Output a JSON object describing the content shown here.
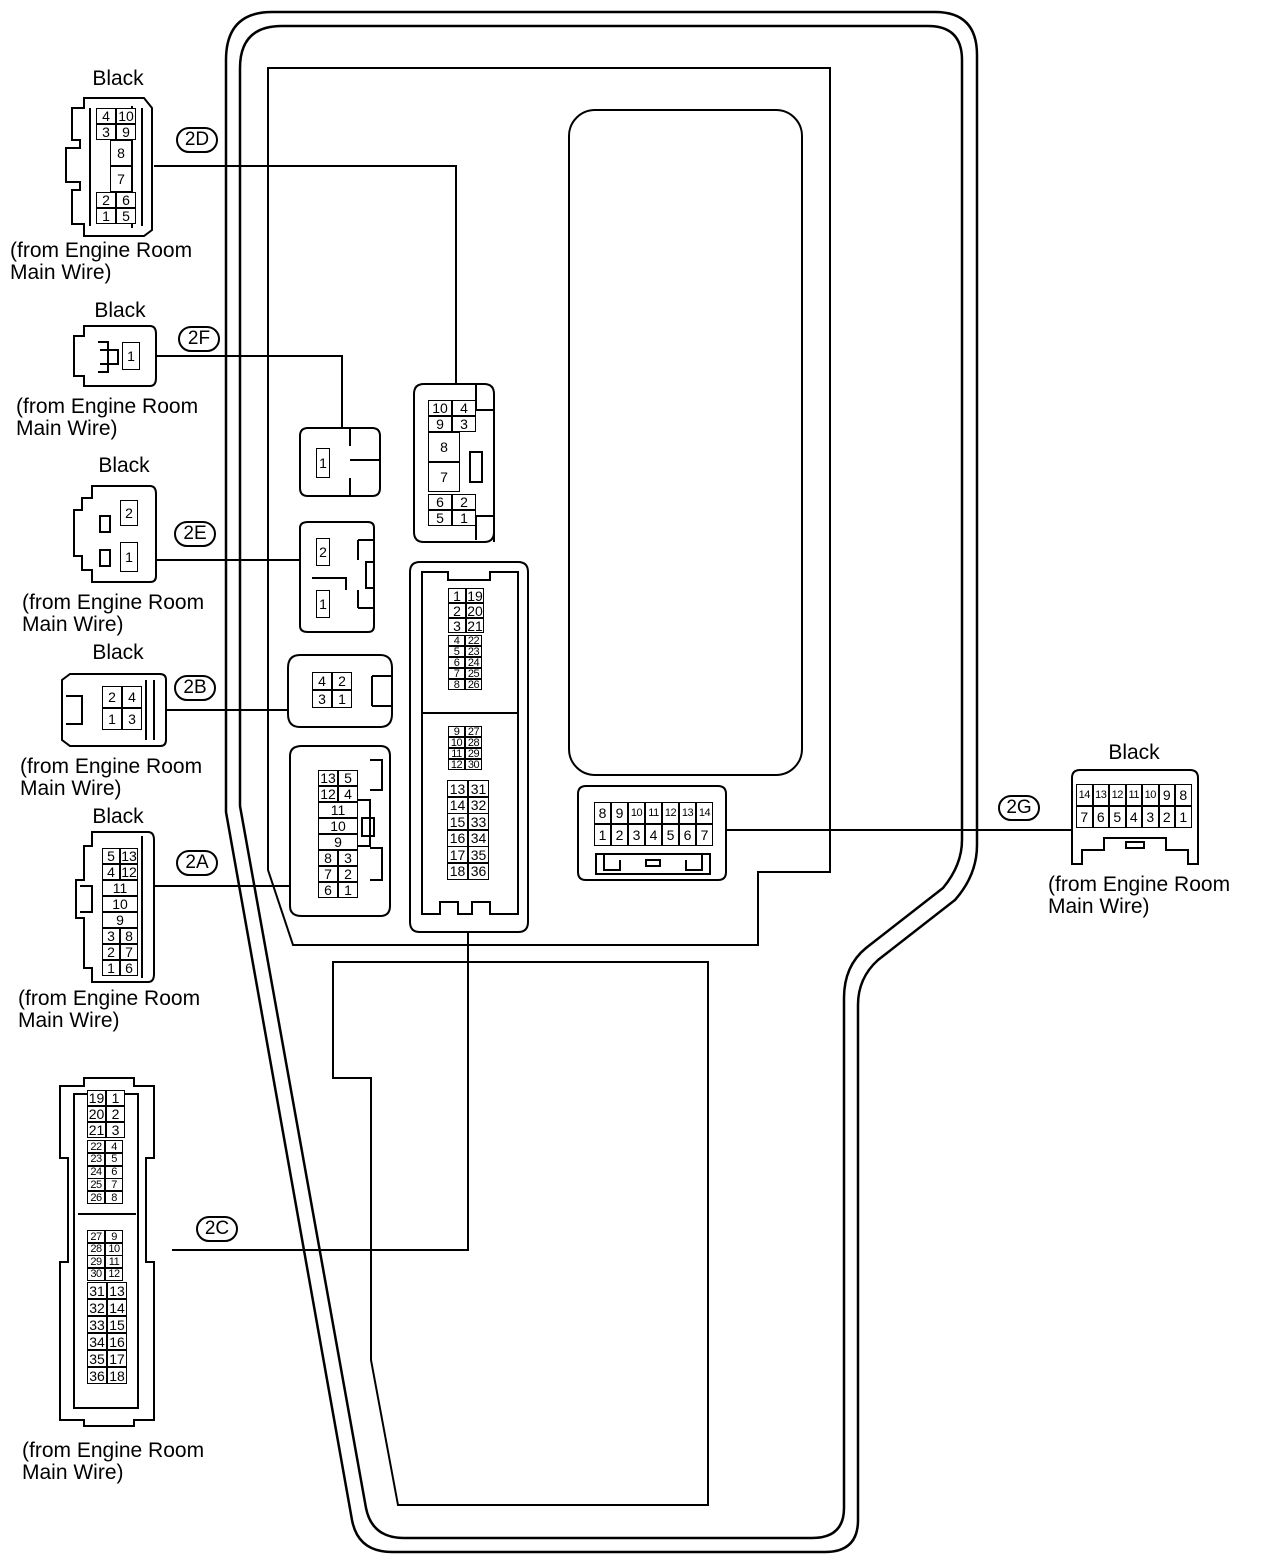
{
  "labels": {
    "black": "Black",
    "from_line1": "(from Engine Room",
    "from_line2": "Main Wire)"
  },
  "connectors": [
    {
      "id": "2D",
      "tag": "2D",
      "color": "Black"
    },
    {
      "id": "2F",
      "tag": "2F",
      "color": "Black"
    },
    {
      "id": "2E",
      "tag": "2E",
      "color": "Black"
    },
    {
      "id": "2B",
      "tag": "2B",
      "color": "Black"
    },
    {
      "id": "2A",
      "tag": "2A",
      "color": "Black"
    },
    {
      "id": "2C",
      "tag": "2C",
      "color": ""
    },
    {
      "id": "2G",
      "tag": "2G",
      "color": "Black"
    }
  ],
  "pins": {
    "2D_left": [
      [
        "4",
        "10"
      ],
      [
        "3",
        "9"
      ],
      [
        "",
        "8"
      ],
      [
        "",
        "7"
      ],
      [
        "2",
        "6"
      ],
      [
        "1",
        "5"
      ]
    ],
    "2D_box": [
      [
        "10",
        "4"
      ],
      [
        "9",
        "3"
      ],
      [
        "8",
        ""
      ],
      [
        "7",
        ""
      ],
      [
        "6",
        "2"
      ],
      [
        "5",
        "1"
      ]
    ],
    "2F": [
      "1"
    ],
    "2E": [
      "2",
      "1"
    ],
    "2B": [
      [
        "2",
        "4"
      ],
      [
        "1",
        "3"
      ]
    ],
    "2B_box": [
      [
        "4",
        "2"
      ],
      [
        "3",
        "1"
      ]
    ],
    "2A_left": [
      [
        "5",
        "13"
      ],
      [
        "4",
        "12"
      ],
      [
        "",
        "11"
      ],
      [
        "",
        "10"
      ],
      [
        "",
        "9"
      ],
      [
        "3",
        "8"
      ],
      [
        "2",
        "7"
      ],
      [
        "1",
        "6"
      ]
    ],
    "2A_box": [
      [
        "13",
        "5"
      ],
      [
        "12",
        "4"
      ],
      [
        "11",
        ""
      ],
      [
        "10",
        ""
      ],
      [
        "9",
        ""
      ],
      [
        "8",
        "3"
      ],
      [
        "7",
        "2"
      ],
      [
        "6",
        "1"
      ]
    ],
    "2C_left": [
      [
        "19",
        "1"
      ],
      [
        "20",
        "2"
      ],
      [
        "21",
        "3"
      ],
      [
        "22",
        "4"
      ],
      [
        "23",
        "5"
      ],
      [
        "24",
        "6"
      ],
      [
        "25",
        "7"
      ],
      [
        "26",
        "8"
      ],
      [
        "27",
        "9"
      ],
      [
        "28",
        "10"
      ],
      [
        "29",
        "11"
      ],
      [
        "30",
        "12"
      ],
      [
        "31",
        "13"
      ],
      [
        "32",
        "14"
      ],
      [
        "33",
        "15"
      ],
      [
        "34",
        "16"
      ],
      [
        "35",
        "17"
      ],
      [
        "36",
        "18"
      ]
    ],
    "2C_box": [
      [
        "1",
        "19"
      ],
      [
        "2",
        "20"
      ],
      [
        "3",
        "21"
      ],
      [
        "4",
        "22"
      ],
      [
        "5",
        "23"
      ],
      [
        "6",
        "24"
      ],
      [
        "7",
        "25"
      ],
      [
        "8",
        "26"
      ],
      [
        "9",
        "27"
      ],
      [
        "10",
        "28"
      ],
      [
        "11",
        "29"
      ],
      [
        "12",
        "30"
      ],
      [
        "13",
        "31"
      ],
      [
        "14",
        "32"
      ],
      [
        "15",
        "33"
      ],
      [
        "16",
        "34"
      ],
      [
        "17",
        "35"
      ],
      [
        "18",
        "36"
      ]
    ],
    "2G_top_box": [
      "8",
      "9",
      "10",
      "11",
      "12",
      "13",
      "14"
    ],
    "2G_bot_box": [
      "1",
      "2",
      "3",
      "4",
      "5",
      "6",
      "7"
    ],
    "2G_top_right": [
      "14",
      "13",
      "12",
      "11",
      "10",
      "9",
      "8"
    ],
    "2G_bot_right": [
      "7",
      "6",
      "5",
      "4",
      "3",
      "2",
      "1"
    ]
  }
}
